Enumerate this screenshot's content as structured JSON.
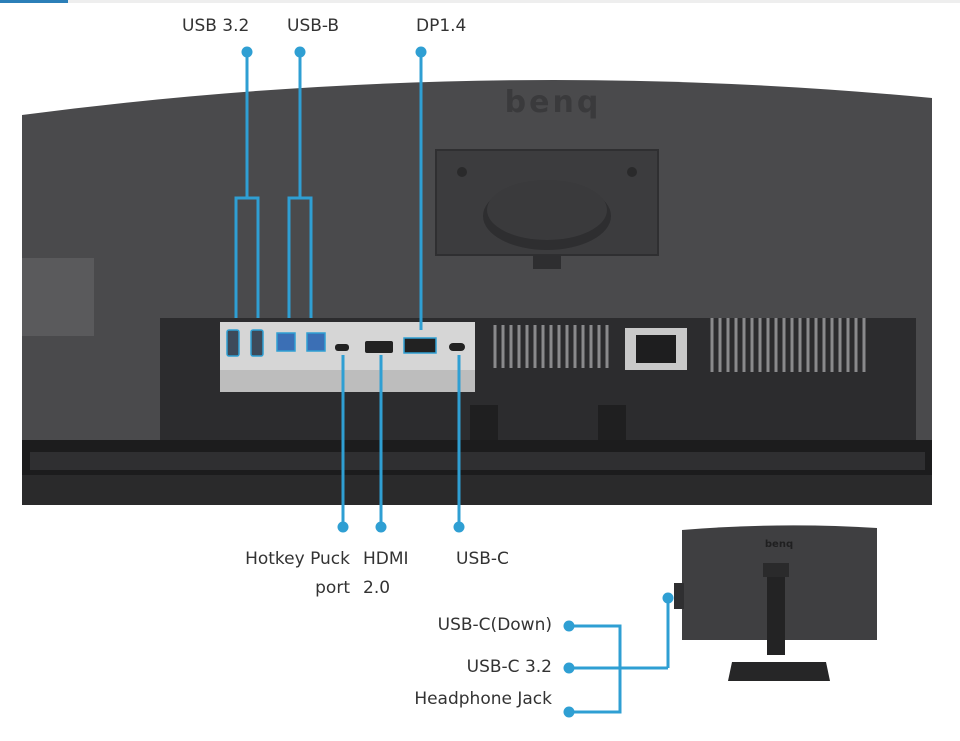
{
  "brand": "benq",
  "colors": {
    "accent": "#2f9fd3",
    "body": "#4a4a4c",
    "dark": "#2a2a2b",
    "bezel": "#1c1c1d",
    "panel": "#d6d6d6"
  },
  "labels": {
    "usb32": "USB 3.2",
    "usbb": "USB-B",
    "dp": "DP1.4",
    "hotkey_line1": "Hotkey Puck",
    "hotkey_line2": "port",
    "hdmi_line1": "HDMI",
    "hdmi_line2": "2.0",
    "usbc_bottom": "USB-C",
    "side_usbc_down": "USB-C(Down)",
    "side_usbc32": "USB-C 3.2",
    "side_headphone": "Headphone Jack"
  }
}
